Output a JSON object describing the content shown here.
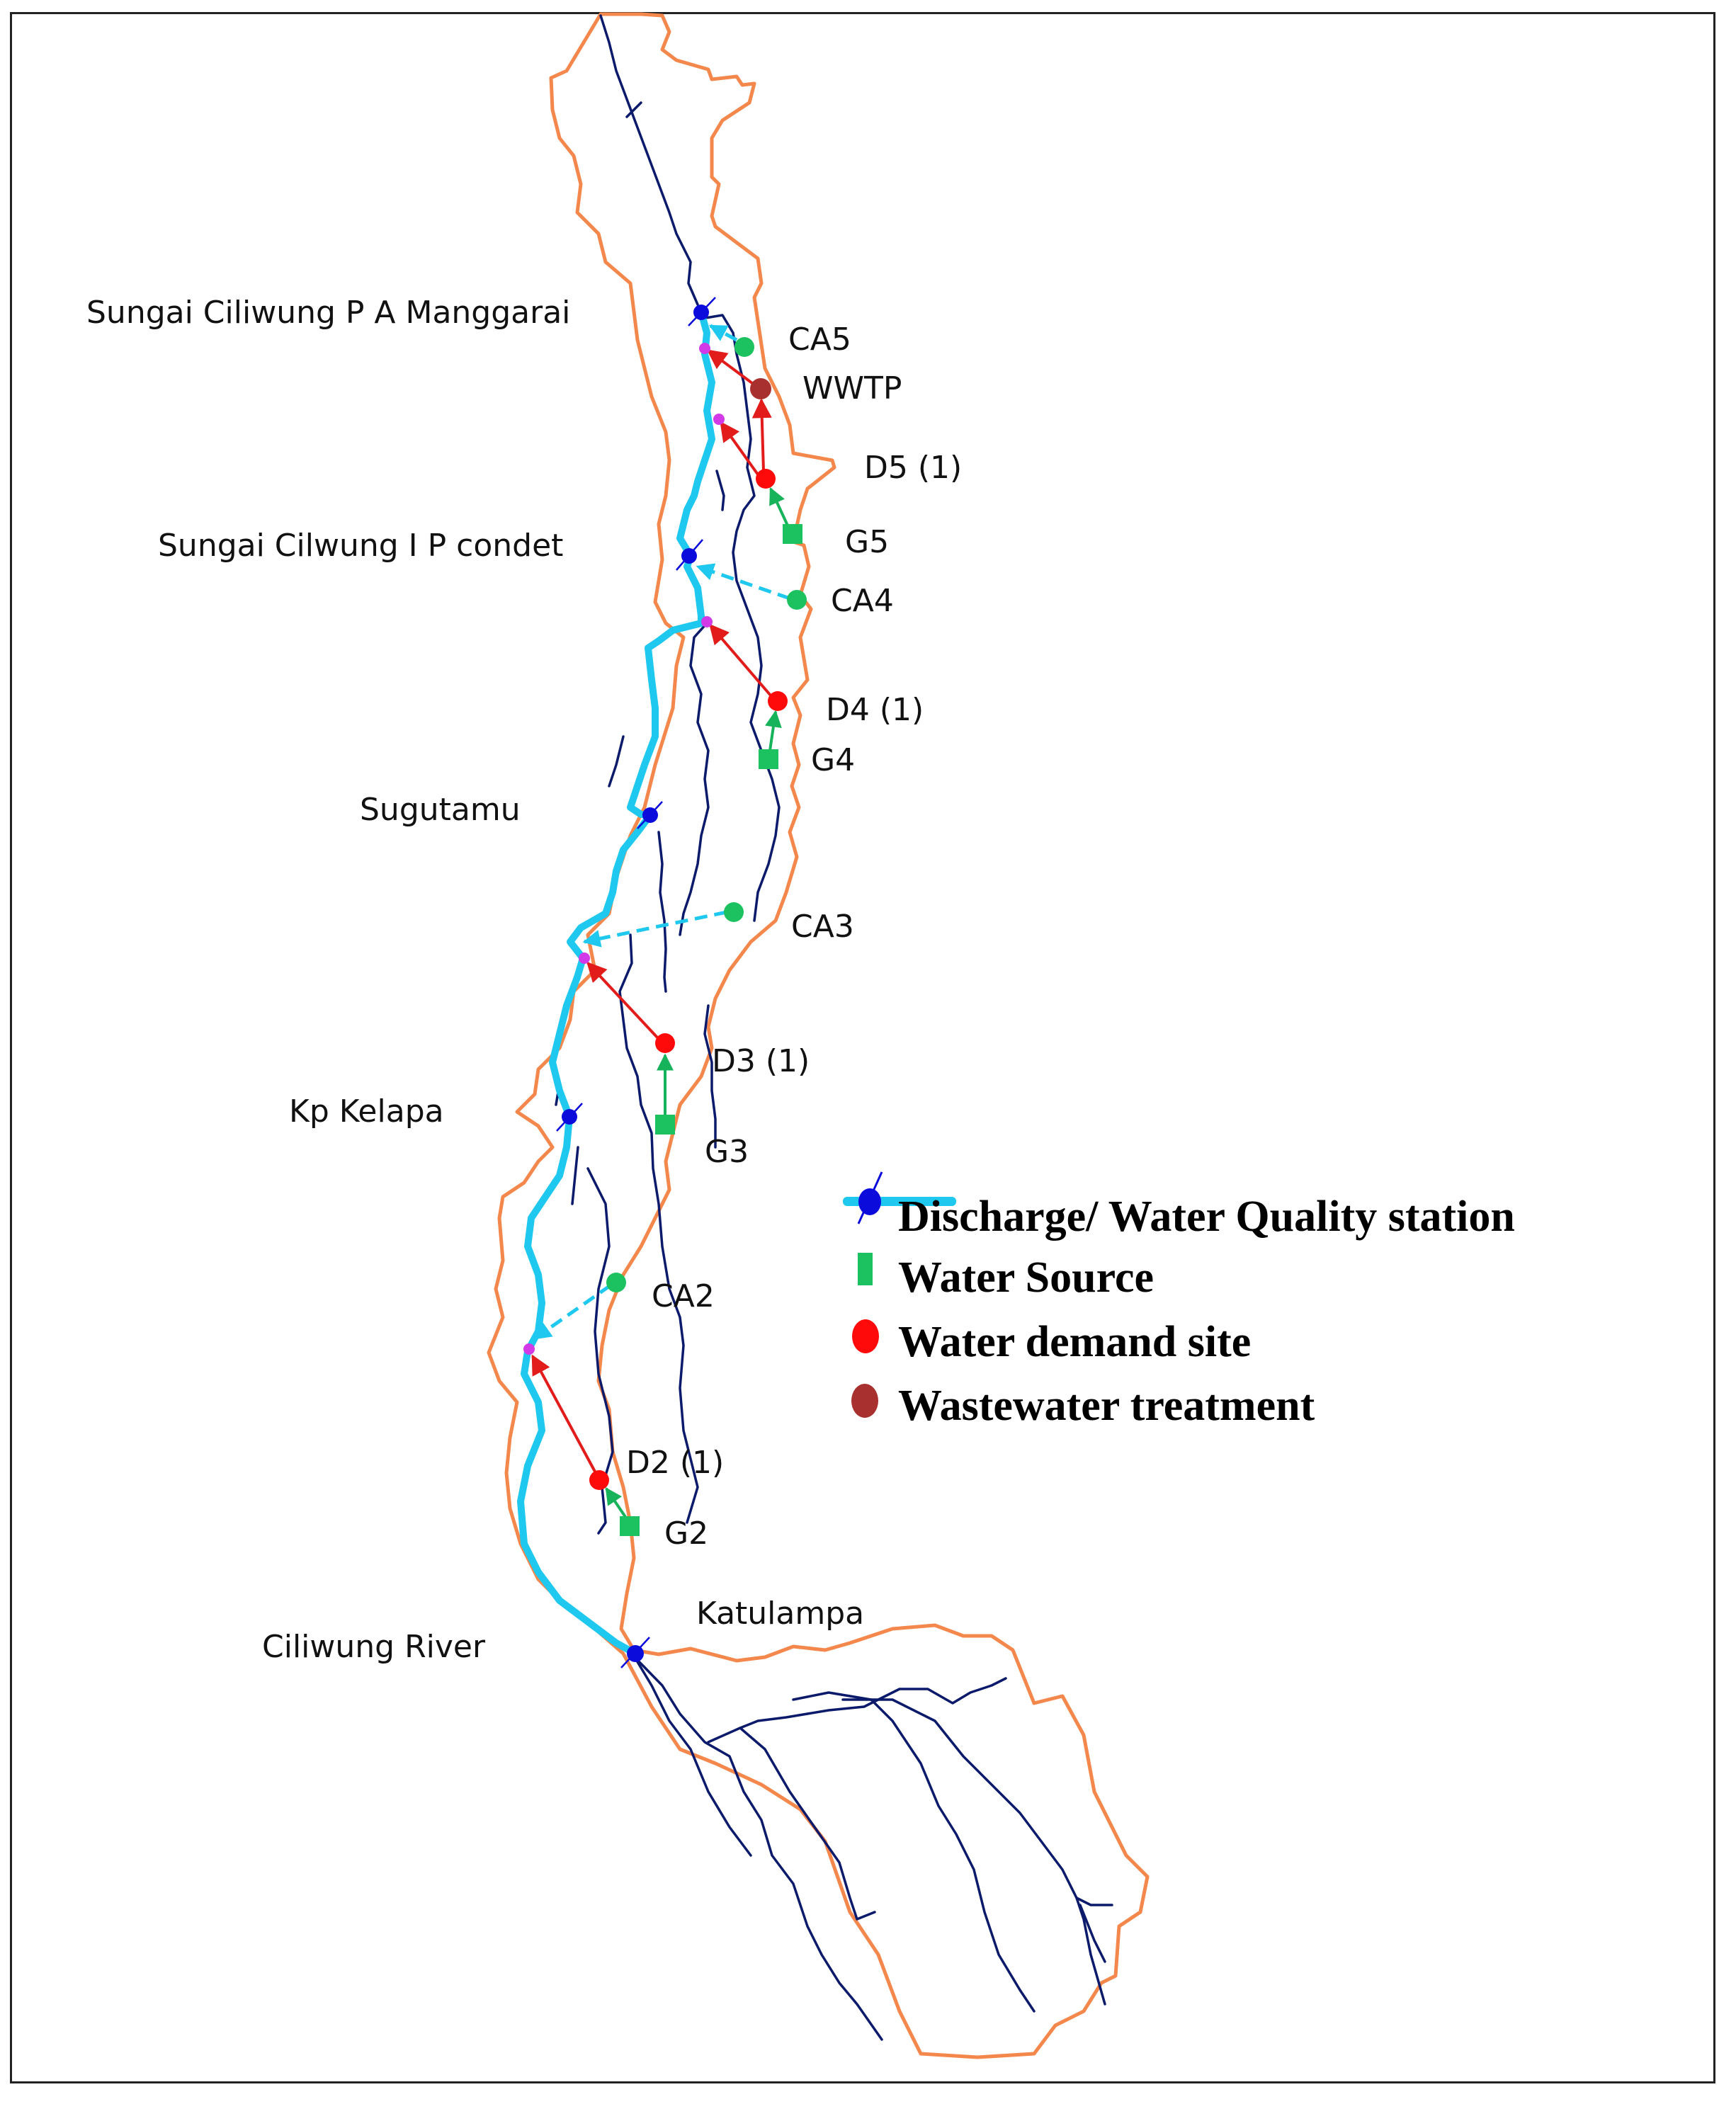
{
  "map": {
    "title": "Ciliwung River basin WEAP schematic",
    "colors": {
      "catchment_boundary": "#f4874b",
      "tributary": "#0c1a6b",
      "main_river": "#1ec8ee",
      "station": "#0b0bdc",
      "water_source": "#1cc25f",
      "demand_site": "#ff0a0a",
      "wastewater": "#a8312f",
      "junction": "#d23ae8",
      "transmission_link": "#e21b1b",
      "supply_link": "#17b35a"
    },
    "stations": [
      {
        "name": "Sungai Ciliwung P A Manggarai"
      },
      {
        "name": "Sungai Cilwung I P condet"
      },
      {
        "name": "Sugutamu"
      },
      {
        "name": "Kp Kelapa"
      },
      {
        "name": "Ciliwung River"
      },
      {
        "name": "Katulampa"
      }
    ],
    "nodes": [
      {
        "label": "CA5",
        "type": "catchment"
      },
      {
        "label": "WWTP",
        "type": "wastewater_treatment"
      },
      {
        "label": "D5 (1)",
        "type": "demand_site"
      },
      {
        "label": "G5",
        "type": "water_source"
      },
      {
        "label": "CA4",
        "type": "catchment"
      },
      {
        "label": "D4 (1)",
        "type": "demand_site"
      },
      {
        "label": "G4",
        "type": "water_source"
      },
      {
        "label": "CA3",
        "type": "catchment"
      },
      {
        "label": "D3 (1)",
        "type": "demand_site"
      },
      {
        "label": "G3",
        "type": "water_source"
      },
      {
        "label": "CA2",
        "type": "catchment"
      },
      {
        "label": "D2 (1)",
        "type": "demand_site"
      },
      {
        "label": "G2",
        "type": "water_source"
      }
    ]
  },
  "legend": {
    "items": [
      {
        "label": "Discharge/ Water Quality station",
        "icon": "station-icon"
      },
      {
        "label": "Water Source",
        "icon": "green-square-icon"
      },
      {
        "label": "Water demand site",
        "icon": "red-circle-icon"
      },
      {
        "label": "Wastewater treatment",
        "icon": "brown-circle-icon"
      }
    ]
  }
}
